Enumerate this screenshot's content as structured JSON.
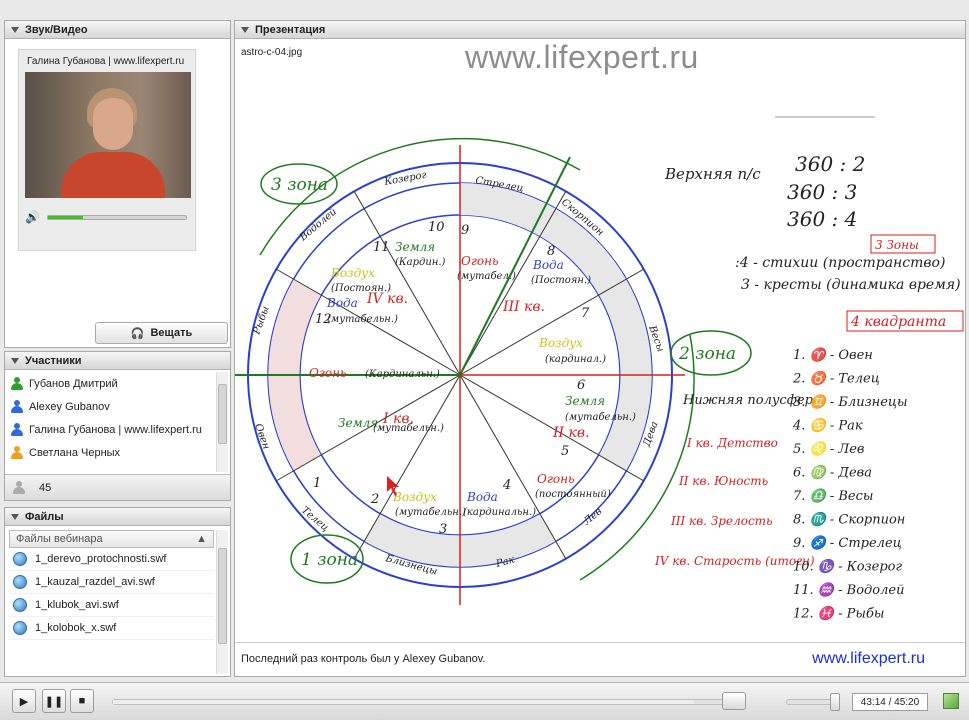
{
  "av_panel": {
    "title": "Звук/Видео",
    "presenter_name": "Галина Губанова | www.lifexpert.ru",
    "volume_level": 0.25,
    "broadcast_label": "Вещать"
  },
  "participants": {
    "title": "Участники",
    "items": [
      {
        "name": "Губанов Дмитрий",
        "color": "#2e9e2e"
      },
      {
        "name": "Alexey Gubanov",
        "color": "#2f6ad6"
      },
      {
        "name": "Галина Губанова | www.lifexpert.ru",
        "color": "#2f6ad6"
      },
      {
        "name": "Светлана Черных",
        "color": "#e9a21c"
      }
    ],
    "count": "45"
  },
  "files": {
    "title": "Файлы",
    "column_header": "Файлы вебинара",
    "items": [
      "1_derevo_protochnosti.swf",
      "1_kauzal_razdel_avi.swf",
      "1_klubok_avi.swf",
      "1_kolobok_x.swf"
    ]
  },
  "presentation": {
    "title": "Презентация",
    "file_name": "astro-c-04.jpg",
    "watermark": "www.lifexpert.ru",
    "status_message": "Последний раз контроль был у Alexey Gubanov.",
    "footer_site": "www.lifexpert.ru"
  },
  "slide": {
    "top_right": [
      "360 : 2",
      "360 : 3",
      "360 : 4"
    ],
    "upper_hemisphere": "Верхняя п/с",
    "elements_line": ":4 - стихии (пространство)",
    "crosses_line": "3 - кресты (динамика время)",
    "zones_tag": "3 Зоны",
    "quadrants_tag": "4 квадранта",
    "zone_labels": [
      "3 зона",
      "2 зона",
      "1 зона"
    ],
    "lower_hemisphere": "Нижняя полусфера",
    "quarters": [
      "I кв. Детство",
      "II кв. Юность",
      "III кв. Зрелость",
      "IV кв. Старость (итоги)"
    ],
    "signs": [
      "1. ♈ - Овен",
      "2. ♉ - Телец",
      "3. ♊ - Близнецы",
      "4. ♋ - Рак",
      "5. ♌ - Лев",
      "6. ♍ - Дева",
      "7. ♎ - Весы",
      "8. ♏ - Скорпион",
      "9. ♐ - Стрелец",
      "10. ♑ - Козерог",
      "11. ♒ - Водолей",
      "12. ♓ - Рыбы"
    ],
    "wheel_sectors": [
      {
        "num": "1",
        "element": "Огонь",
        "cross": "(Кардинальн.)",
        "sign": "Овен"
      },
      {
        "num": "2",
        "element": "Земля",
        "cross": "(мутабельн.)",
        "sign": "Телец"
      },
      {
        "num": "3",
        "element": "Воздух",
        "cross": "(мутабельн.)",
        "sign": "Близнецы"
      },
      {
        "num": "4",
        "element": "Вода",
        "cross": "(кардинальн.)",
        "sign": "Рак"
      },
      {
        "num": "5",
        "element": "Огонь",
        "cross": "(постоянный)",
        "sign": "Лев"
      },
      {
        "num": "6",
        "element": "Земля",
        "cross": "(мутабельн.)",
        "sign": "Дева"
      },
      {
        "num": "7",
        "element": "Воздух",
        "cross": "(кардинал.)",
        "sign": "Весы"
      },
      {
        "num": "8",
        "element": "Вода",
        "cross": "(Постоян.)",
        "sign": "Скорпион"
      },
      {
        "num": "9",
        "element": "Огонь",
        "cross": "(мутабел.)",
        "sign": "Стрелец"
      },
      {
        "num": "10",
        "element": "Земля",
        "cross": "(Кардин.)",
        "sign": "Козерог"
      },
      {
        "num": "11",
        "element": "Воздух",
        "cross": "(Постоян.)",
        "sign": "Водолей"
      },
      {
        "num": "12",
        "element": "Вода",
        "cross": "(мутабельн.)",
        "sign": "Рыбы"
      }
    ],
    "quarter_marks": [
      "I кв.",
      "II кв.",
      "III кв.",
      "IV кв."
    ]
  },
  "player": {
    "timecode": "43:14 / 45:20",
    "progress": 0.953
  },
  "colors": {
    "accent_blue": "#1a2fd0",
    "red_ink": "#d42020",
    "green_ink": "#1f7a1f",
    "blue_ink": "#2a3fd0"
  }
}
